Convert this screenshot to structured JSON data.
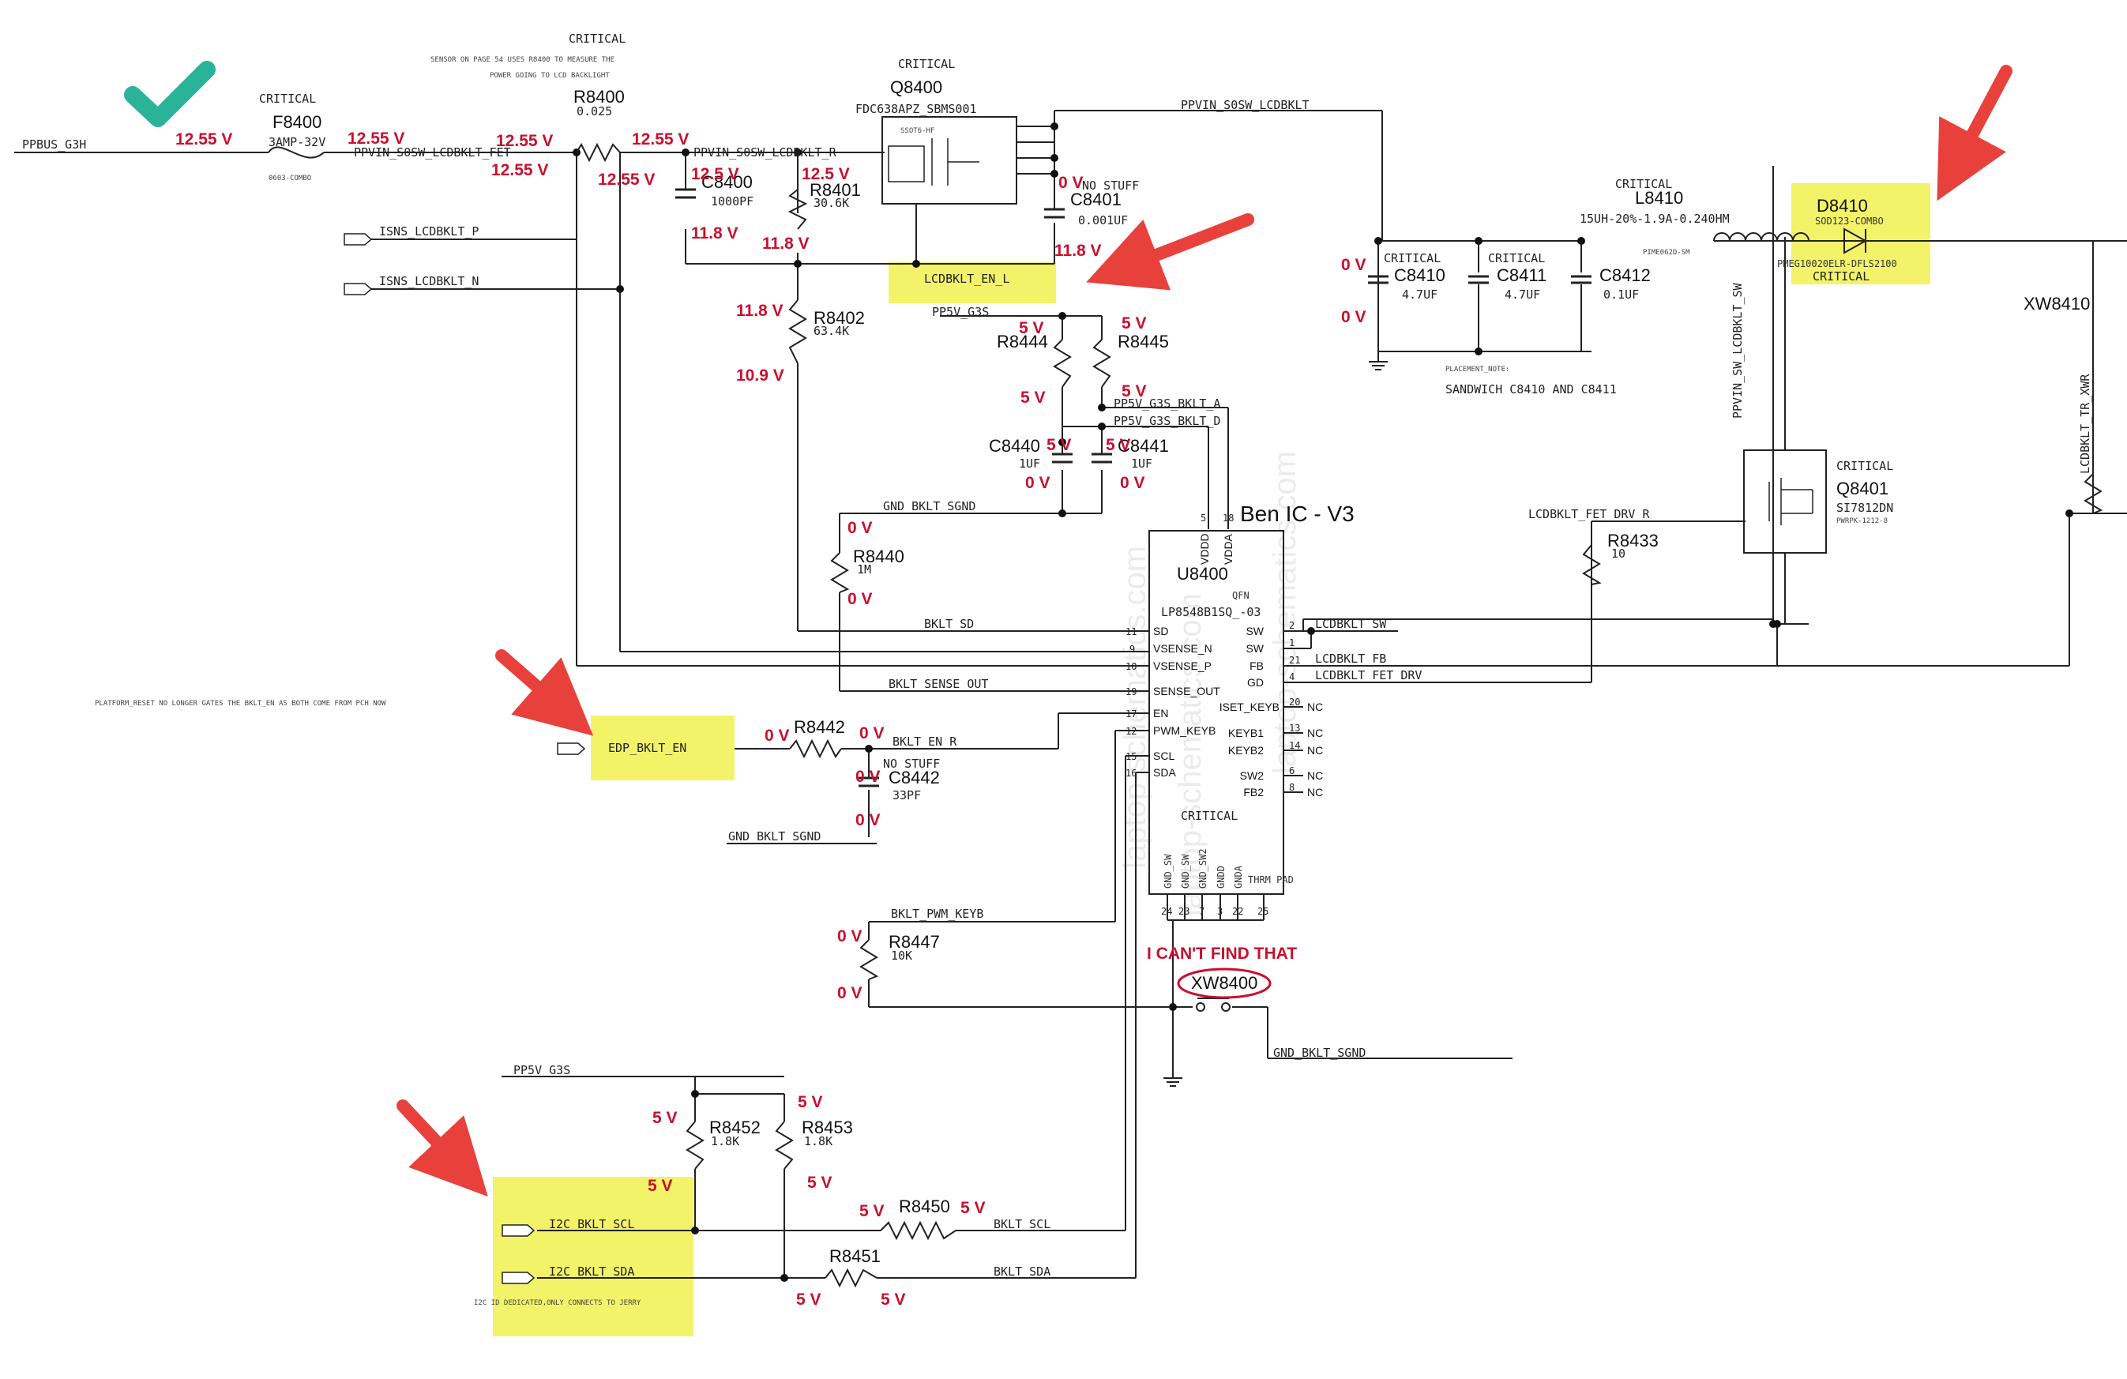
{
  "labels": {
    "critical_sensor_title": "CRITICAL",
    "sensor_note_1": "SENSOR ON PAGE 54 USES R8400 TO MEASURE THE",
    "sensor_note_2": "POWER GOING TO LCD BACKLIGHT",
    "ben_ic": "Ben IC - V3",
    "cant_find": "I CAN'T FIND THAT",
    "platform_note": "PLATFORM_RESET NO LONGER GATES THE BKLT_EN AS BOTH COME FROM PCH NOW",
    "sandwich": "SANDWICH C8410 AND C8411",
    "placement_note": "PLACEMENT_NOTE:",
    "i2c_note": "I2C ID DEDICATED,ONLY CONNECTS TO JERRY",
    "critical_u": "CRITICAL"
  },
  "nets": {
    "ppbus": "PPBUS_G3H",
    "ppvin_fet": "PPVIN_S0SW_LCDBKLT_FET",
    "ppvin_r": "PPVIN_S0SW_LCDBKLT_R",
    "ppvin": "PPVIN_S0SW_LCDBKLT",
    "isns_p": "ISNS_LCDBKLT_P",
    "isns_n": "ISNS_LCDBKLT_N",
    "en_l": "LCDBKLT_EN_L",
    "pp5v_g3s": "PP5V_G3S",
    "pp5v_bklt_a": "PP5V_G3S_BKLT_A",
    "pp5v_bklt_d": "PP5V_G3S_BKLT_D",
    "gnd_sgnd": "GND_BKLT_SGND",
    "bklt_sd": "BKLT_SD",
    "bklt_sense_out": "BKLT_SENSE_OUT",
    "edp_bklt_en": "EDP_BKLT_EN",
    "bklt_en_r": "BKLT_EN_R",
    "bklt_pwm": "BKLT_PWM_KEYB",
    "lcdbklt_sw": "LCDBKLT_SW",
    "lcdbklt_fb": "LCDBKLT_FB",
    "lcdbklt_fet_drv": "LCDBKLT_FET_DRV",
    "lcdbklt_fet_drv_r": "LCDBKLT_FET_DRV_R",
    "ppvin_sw": "PPVIN_SW_LCDBKLT_SW",
    "i2c_scl": "I2C_BKLT_SCL",
    "i2c_sda": "I2C_BKLT_SDA",
    "bklt_scl": "BKLT_SCL",
    "bklt_sda": "BKLT_SDA",
    "lcdbklt_tr": "LCDBKLT_TR_XWR"
  },
  "components": {
    "f8400": {
      "ref": "F8400",
      "title": "CRITICAL",
      "value": "3AMP-32V",
      "pkg": "0603-COMBO"
    },
    "r8400": {
      "ref": "R8400",
      "value": "0.025"
    },
    "q8400": {
      "ref": "Q8400",
      "title": "CRITICAL",
      "part": "FDC638APZ_SBMS001",
      "pkg": "SSOT6-HF"
    },
    "c8400": {
      "ref": "C8400",
      "value": "1000PF"
    },
    "r8401": {
      "ref": "R8401",
      "value": "30.6K"
    },
    "c8401": {
      "ref": "C8401",
      "note": "NO STUFF",
      "value": "0.001UF"
    },
    "r8402": {
      "ref": "R8402",
      "value": "63.4K"
    },
    "r8444": {
      "ref": "R8444"
    },
    "r8445": {
      "ref": "R8445"
    },
    "c8440": {
      "ref": "C8440",
      "value": "1UF"
    },
    "c8441": {
      "ref": "C8441",
      "value": "1UF"
    },
    "r8440": {
      "ref": "R8440",
      "value": "1M"
    },
    "u8400": {
      "ref": "U8400",
      "part": "LP8548B1SQ_-03",
      "pkg": "QFN"
    },
    "r8442": {
      "ref": "R8442"
    },
    "c8442": {
      "ref": "C8442",
      "note": "NO STUFF",
      "value": "33PF"
    },
    "r8447": {
      "ref": "R8447",
      "value": "10K"
    },
    "xw8400": {
      "ref": "XW8400"
    },
    "r8452": {
      "ref": "R8452",
      "value": "1.8K"
    },
    "r8453": {
      "ref": "R8453",
      "value": "1.8K"
    },
    "r8450": {
      "ref": "R8450"
    },
    "r8451": {
      "ref": "R8451"
    },
    "c8410": {
      "ref": "C8410",
      "title": "CRITICAL",
      "value": "4.7UF"
    },
    "c8411": {
      "ref": "C8411",
      "title": "CRITICAL",
      "value": "4.7UF"
    },
    "c8412": {
      "ref": "C8412",
      "value": "0.1UF"
    },
    "l8410": {
      "ref": "L8410",
      "title": "CRITICAL",
      "value": "15UH-20%-1.9A-0.240HM",
      "pkg": "PIME062D-SM"
    },
    "d8410": {
      "ref": "D8410",
      "pkg": "SOD123-COMBO",
      "part": "PMEG10020ELR-DFLS2100",
      "title": "CRITICAL"
    },
    "q8401": {
      "ref": "Q8401",
      "title": "CRITICAL",
      "part": "SI7812DN",
      "pkg": "PWRPK-1212-8"
    },
    "r8433": {
      "ref": "R8433",
      "value": "10"
    },
    "xw8410": {
      "ref": "XW8410"
    }
  },
  "u8400_pins_left": [
    {
      "num": "11",
      "name": "SD"
    },
    {
      "num": "9",
      "name": "VSENSE_N"
    },
    {
      "num": "10",
      "name": "VSENSE_P"
    },
    {
      "num": "19",
      "name": "SENSE_OUT"
    },
    {
      "num": "17",
      "name": "EN"
    },
    {
      "num": "12",
      "name": "PWM_KEYB"
    },
    {
      "num": "15",
      "name": "SCL"
    },
    {
      "num": "16",
      "name": "SDA"
    }
  ],
  "u8400_pins_right": [
    {
      "num": "2",
      "name": "SW",
      "nc": ""
    },
    {
      "num": "1",
      "name": "SW",
      "nc": ""
    },
    {
      "num": "21",
      "name": "FB",
      "nc": ""
    },
    {
      "num": "4",
      "name": "GD",
      "nc": ""
    },
    {
      "num": "20",
      "name": "ISET_KEYB",
      "nc": "NC"
    },
    {
      "num": "13",
      "name": "KEYB1",
      "nc": "NC"
    },
    {
      "num": "14",
      "name": "KEYB2",
      "nc": "NC"
    },
    {
      "num": "6",
      "name": "SW2",
      "nc": "NC"
    },
    {
      "num": "8",
      "name": "FB2",
      "nc": "NC"
    }
  ],
  "u8400_pins_top": [
    {
      "num": "5",
      "name": "VDDD"
    },
    {
      "num": "18",
      "name": "VDDA"
    }
  ],
  "u8400_pins_bottom": [
    {
      "num": "24",
      "name": "GND_SW"
    },
    {
      "num": "23",
      "name": "GND_SW"
    },
    {
      "num": "7",
      "name": "GND_SW2"
    },
    {
      "num": "3",
      "name": "GNDD"
    },
    {
      "num": "22",
      "name": "GNDA"
    },
    {
      "num": "25",
      "name": "THRM PAD"
    }
  ],
  "voltages": {
    "v_f8400_in": "12.55 V",
    "v_f8400_out": "12.55 V",
    "v_r8400_1": "12.55 V",
    "v_r8400_2": "12.55 V",
    "v_r8400_3": "12.55 V",
    "v_r8400_4": "12.55 V",
    "v_c8400_top": "12.5 V",
    "v_c8400_bot": "11.8 V",
    "v_r8401_top": "12.5 V",
    "v_r8401_bot": "11.8 V",
    "v_c8401_top": "0 V",
    "v_c8401_bot": "11.8 V",
    "v_r8402_top": "11.8 V",
    "v_r8402_bot": "10.9 V",
    "v_r8444_top": "5 V",
    "v_r8444_bot": "5 V",
    "v_r8445_top": "5 V",
    "v_r8445_bot": "5 V",
    "v_c8440_top": "5 V",
    "v_c8440_bot": "0 V",
    "v_c8441_top": "5 V",
    "v_c8441_bot": "0 V",
    "v_r8440_top": "0 V",
    "v_r8440_bot": "0 V",
    "v_r8442_l": "0 V",
    "v_r8442_r": "0 V",
    "v_c8442_top": "0 V",
    "v_c8442_bot": "0 V",
    "v_r8447_top": "0 V",
    "v_r8447_bot": "0 V",
    "v_r8452_top": "5 V",
    "v_r8452_bot": "5 V",
    "v_r8453_top": "5 V",
    "v_r8453_bot": "5 V",
    "v_r8450_l": "5 V",
    "v_r8450_r": "5 V",
    "v_r8451_l": "5 V",
    "v_r8451_r": "5 V",
    "v_c8410_top": "0 V",
    "v_c8410_bot": "0 V"
  },
  "colors": {
    "highlight": "#f3f36a",
    "arrow": "#e8413c",
    "check": "#2bb39a",
    "voltage": "#c8102e"
  }
}
